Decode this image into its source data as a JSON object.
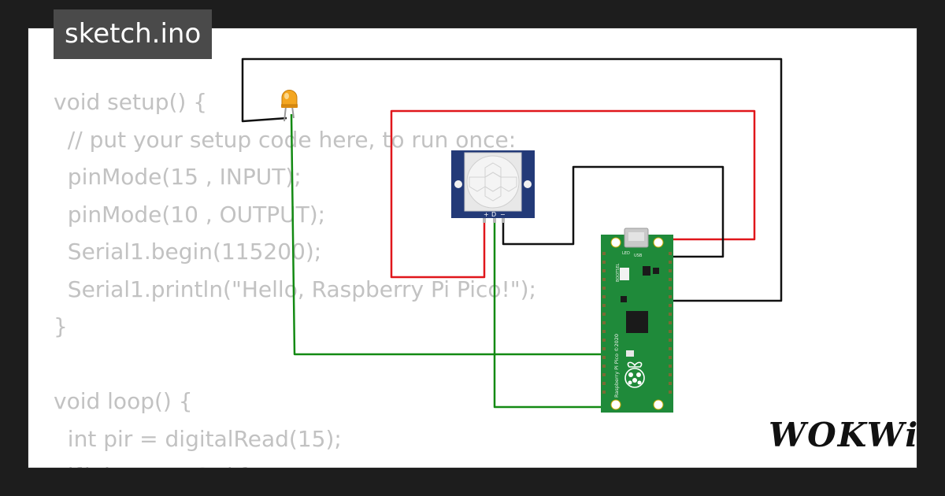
{
  "tab": {
    "filename": "sketch.ino"
  },
  "code_lines": [
    "void setup() {",
    "  // put your setup code here, to run once:",
    "  pinMode(15 , INPUT);",
    "  pinMode(10 , OUTPUT);",
    "  Serial1.begin(115200);",
    "  Serial1.println(\"Hello, Raspberry Pi Pico!\");",
    "}",
    "",
    "void loop() {",
    "  int pir = digitalRead(15);",
    "  if(pir == HIGH){"
  ],
  "pir_sensor": {
    "pin_labels": [
      "+",
      "D",
      "−"
    ]
  },
  "pico_board": {
    "board_label": "Raspberry Pi Pico ©2020",
    "led_label": "LED",
    "usb_label": "USB",
    "bootsel_label": "BOOTSEL"
  },
  "brand": {
    "logo_text": "WOKWi"
  },
  "colors": {
    "background": "#1d1d1d",
    "card": "#ffffff",
    "code_text": "#c2c2c2",
    "tab_bg": "#4a4a4a",
    "wire_red": "#e0161b",
    "wire_black": "#111111",
    "wire_green": "#138a13",
    "pico_green": "#1f8a3a",
    "pir_blue": "#233a78",
    "led_amber": "#f4a620"
  }
}
